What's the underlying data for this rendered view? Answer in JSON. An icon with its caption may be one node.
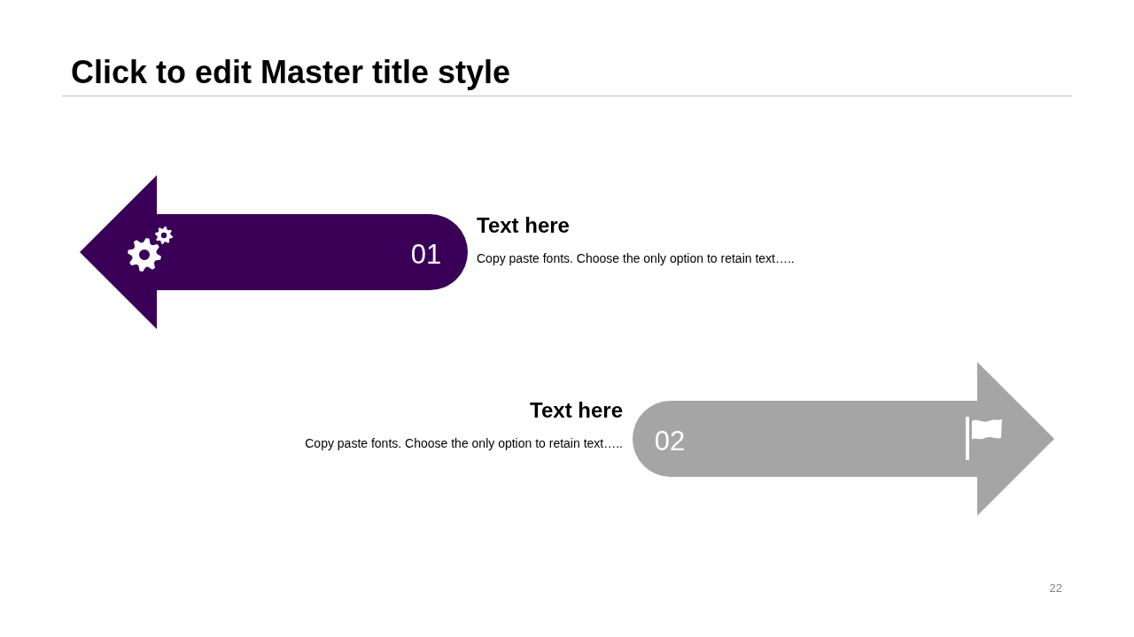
{
  "diagram": {
    "title": "Click to edit Master title style",
    "nodes": [
      {
        "text": [
          "01"
        ],
        "beside": [
          "Text here",
          "Copy paste fonts. Choose the only option to retain text….."
        ]
      },
      {
        "text": [
          "02"
        ],
        "beside": [
          "Text here",
          "Copy paste fonts. Choose the only option to retain text….."
        ]
      }
    ],
    "labels": [
      "22"
    ]
  }
}
